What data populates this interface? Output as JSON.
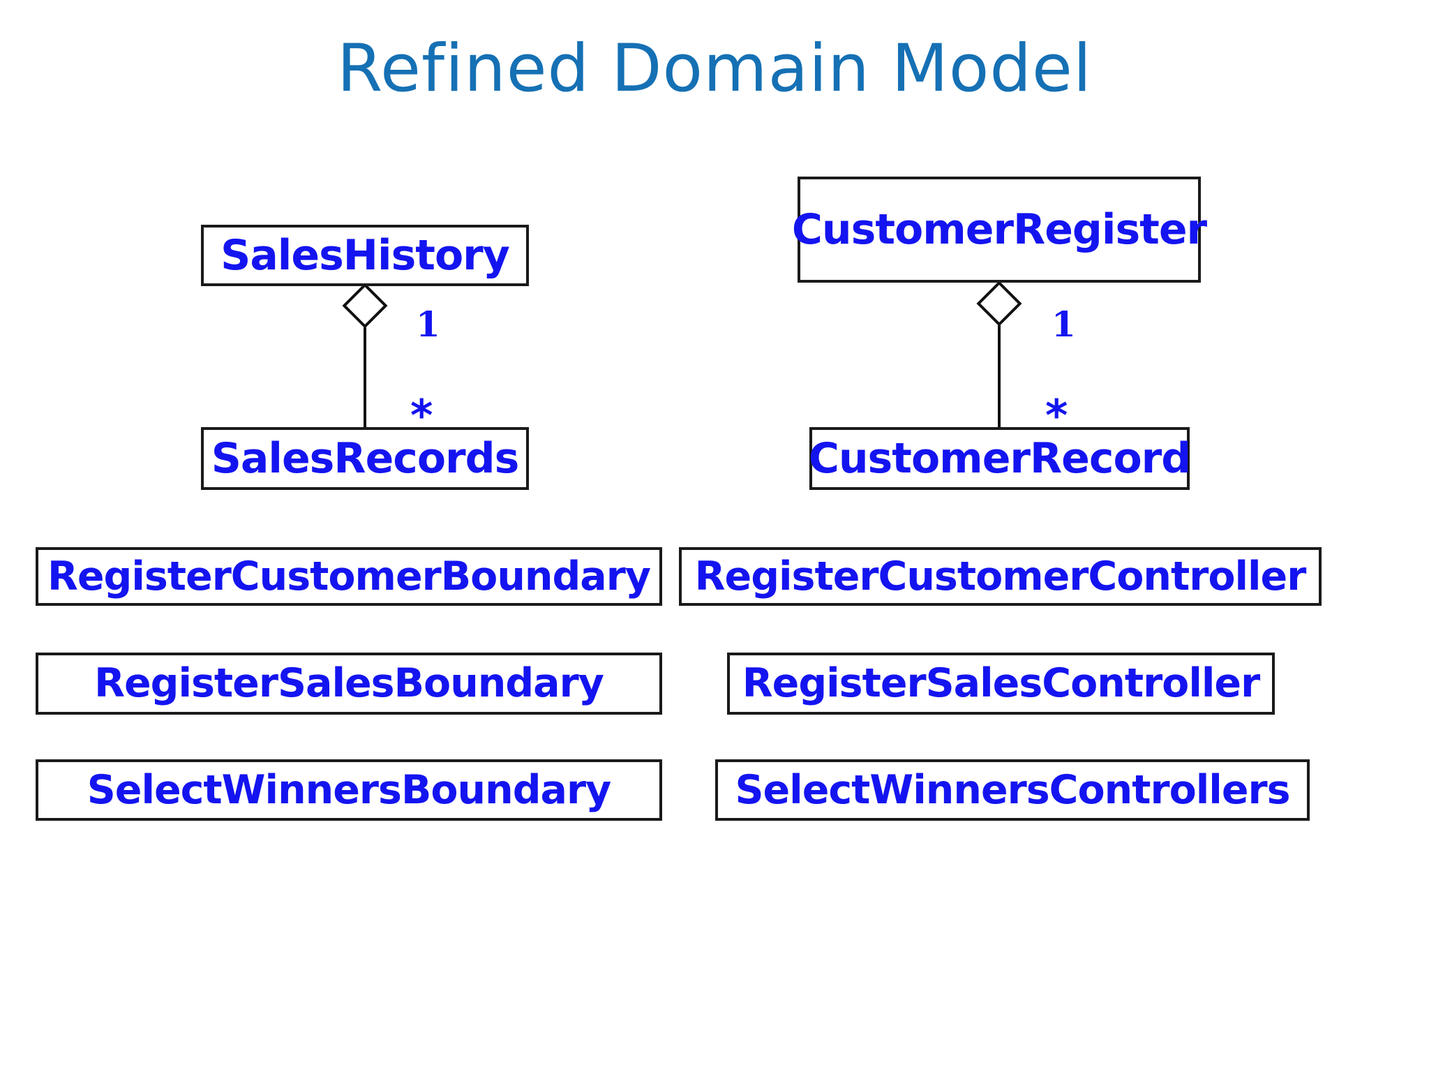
{
  "slide": {
    "title": "Refined Domain Model",
    "background_color": "#FFFFFF",
    "title_color": "#1570B4",
    "class_text_color": "#1414F0",
    "border_color": "#1A1A1A"
  },
  "diagram": {
    "type": "uml-class-diagram",
    "classes": [
      {
        "id": "saleshistory",
        "name": "SalesHistory"
      },
      {
        "id": "salesrecords",
        "name": "SalesRecords"
      },
      {
        "id": "customerregister",
        "name": "CustomerRegister"
      },
      {
        "id": "customerrecord",
        "name": "CustomerRecord"
      },
      {
        "id": "registercustomerboundary",
        "name": "RegisterCustomerBoundary"
      },
      {
        "id": "registersalesboundary",
        "name": "RegisterSalesBoundary"
      },
      {
        "id": "selectwinnersboundary",
        "name": "SelectWinnersBoundary"
      },
      {
        "id": "registercustomercontroller",
        "name": "RegisterCustomerController"
      },
      {
        "id": "registersalescontroller",
        "name": "RegisterSalesController"
      },
      {
        "id": "selectwinnerscontrollers",
        "name": "SelectWinnersControllers"
      }
    ],
    "relationships": [
      {
        "id": "saleshistory-salesrecords",
        "kind": "aggregation",
        "whole": "SalesHistory",
        "part": "SalesRecords",
        "whole_multiplicity": "1",
        "part_multiplicity": "*"
      },
      {
        "id": "customerregister-customerrecord",
        "kind": "aggregation",
        "whole": "CustomerRegister",
        "part": "CustomerRecord",
        "whole_multiplicity": "1",
        "part_multiplicity": "*"
      }
    ]
  }
}
